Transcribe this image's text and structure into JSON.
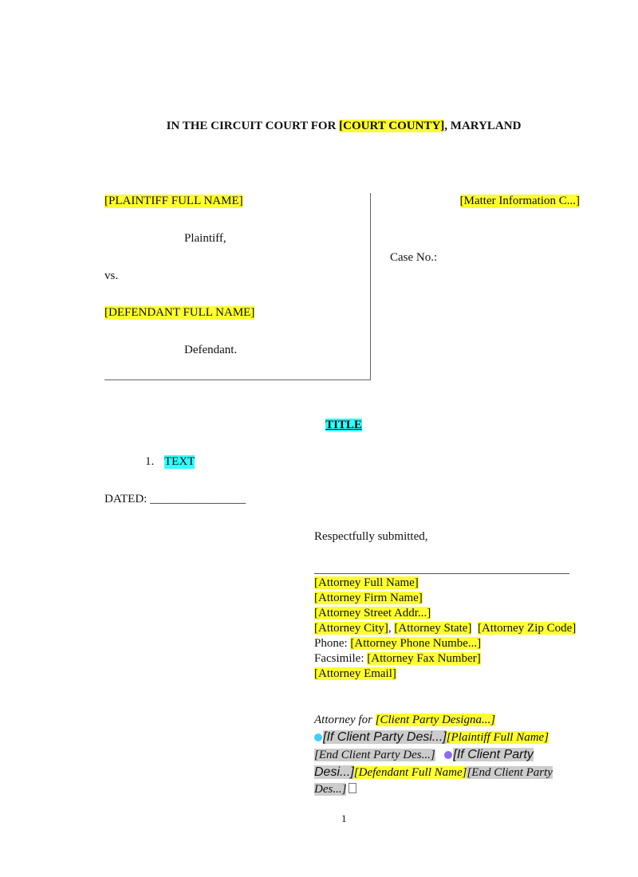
{
  "heading": {
    "prefix": "IN THE CIRCUIT COURT FOR ",
    "county": "[COURT COUNTY]",
    "suffix": ", MARYLAND"
  },
  "caption": {
    "plaintiff_name": "[PLAINTIFF FULL NAME]",
    "plaintiff_label": "Plaintiff,",
    "vs": "vs.",
    "defendant_name": "[DEFENDANT FULL NAME]",
    "defendant_label": "Defendant.",
    "matter_info": "[Matter Information C...]",
    "case_no": "Case No.:"
  },
  "title": "TITLE",
  "body": {
    "item_number": "1.",
    "item_text": "TEXT"
  },
  "dated": "DATED: ________________",
  "signature": {
    "respectfully": "Respectfully submitted,",
    "attorney_name": "[Attorney Full Name]",
    "firm_name": "[Attorney Firm Name]",
    "street": "[Attorney Street Addr...]",
    "city": "[Attorney City]",
    "city_sep": ", ",
    "state": "[Attorney State]",
    "zip": "[Attorney Zip Code]",
    "phone_label": "Phone: ",
    "phone": "[Attorney Phone Numbe...]",
    "fax_label": "Facsimile: ",
    "fax": "[Attorney Fax Number]",
    "email": "[Attorney Email]"
  },
  "attorney_for": {
    "label": "Attorney for ",
    "designation": "[Client Party Designa...]",
    "if_plaintiff": "[If Client Party Desi...]",
    "plaintiff_full": "[Plaintiff Full Name]",
    "end_plaintiff": "[End Client Party Des...]",
    "if_defendant": "[If Client Party Desi...]",
    "defendant_full": "[Defendant Full Name]",
    "end_defendant": "[End Client Party Des...]"
  },
  "page_number": "1",
  "colors": {
    "highlight_yellow": "#ffff33",
    "highlight_cyan": "#33ffff",
    "highlight_gray": "#cccccc"
  }
}
